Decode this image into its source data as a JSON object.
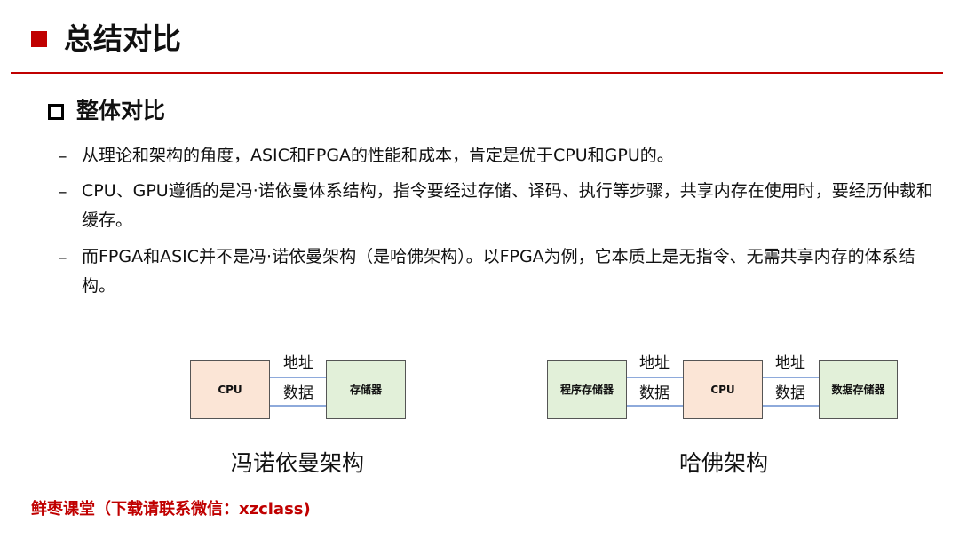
{
  "title": "总结对比",
  "subtitle": "整体对比",
  "bullets": [
    "从理论和架构的角度，ASIC和FPGA的性能和成本，肯定是优于CPU和GPU的。",
    "CPU、GPU遵循的是冯·诺依曼体系结构，指令要经过存储、译码、执行等步骤，共享内存在使用时，要经历仲裁和缓存。",
    "而FPGA和ASIC并不是冯·诺依曼架构（是哈佛架构）。以FPGA为例，它本质上是无指令、无需共享内存的体系结构。"
  ],
  "dash": "–",
  "von_neumann": {
    "cpu": "CPU",
    "memory": "存储器",
    "address": "地址",
    "data": "数据",
    "caption": "冯诺依曼架构"
  },
  "harvard": {
    "program_memory": "程序存储器",
    "cpu": "CPU",
    "data_memory": "数据存储器",
    "address": "地址",
    "data": "数据",
    "caption": "哈佛架构"
  },
  "footer": "鲜枣课堂（下载请联系微信：xzclass)",
  "colors": {
    "accent": "#c00000",
    "cpu_fill": "#fbe5d6",
    "memory_fill": "#e2f0d9",
    "bus_line": "#8eaadb"
  }
}
